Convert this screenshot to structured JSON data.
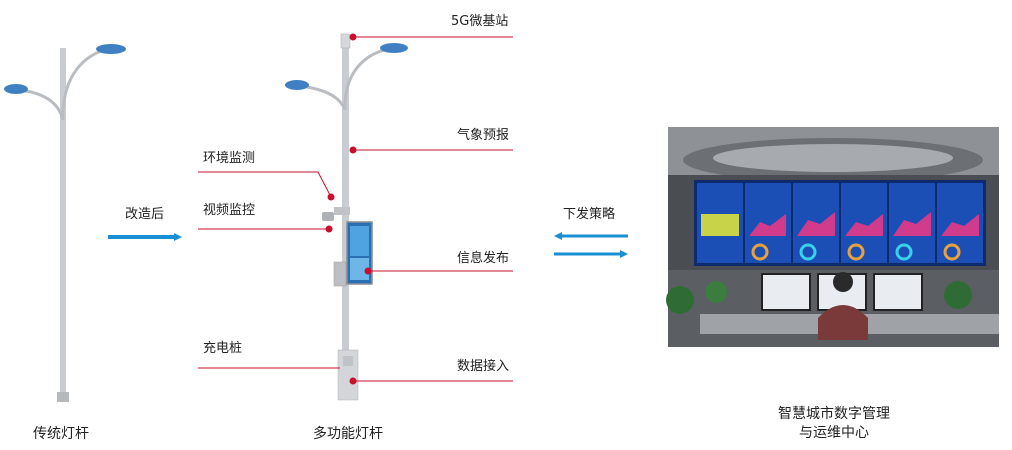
{
  "labels": {
    "traditional_pole": "传统灯杆",
    "smart_pole": "多功能灯杆",
    "retrofit": "改造后",
    "strategy": "下发策略",
    "center_line1": "智慧城市数字管理",
    "center_line2": "与运维中心"
  },
  "callouts": {
    "base_station": "5G微基站",
    "weather": "气象预报",
    "env_monitor": "环境监测",
    "video": "视频监控",
    "info": "信息发布",
    "charging": "充电桩",
    "data_access": "数据接入"
  },
  "colors": {
    "accent_red": "#c8102e",
    "arrow_blue": "#1a8fd6",
    "lamp_blue": "#3f7fc2",
    "pole_gray": "#c9ccd0"
  }
}
